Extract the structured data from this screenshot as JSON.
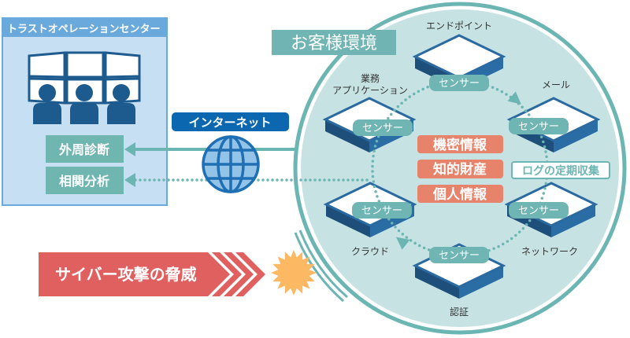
{
  "soc": {
    "title": "トラストオペレーションセンター",
    "services": [
      {
        "label": "外周診断",
        "link": "solid"
      },
      {
        "label": "相関分析",
        "link": "dotted"
      }
    ],
    "icons": [
      "monitor-wall-icon",
      "operator-icon"
    ]
  },
  "internet": {
    "label": "インターネット",
    "icon": "globe-icon"
  },
  "customer": {
    "title": "お客様環境",
    "nodes": [
      {
        "label_lines": [
          "エンドポイント"
        ],
        "sensor": "センサー"
      },
      {
        "label_lines": [
          "業務",
          "アプリケーション"
        ],
        "sensor": "センサー"
      },
      {
        "label_lines": [
          "メール"
        ],
        "sensor": "センサー"
      },
      {
        "label_lines": [
          "クラウド"
        ],
        "sensor": "センサー"
      },
      {
        "label_lines": [
          "ネットワーク"
        ],
        "sensor": "センサー"
      },
      {
        "label_lines": [
          "認証"
        ],
        "sensor": "センサー"
      }
    ],
    "assets": [
      "機密情報",
      "知的財産",
      "個人情報"
    ],
    "log_collection": "ログの定期収集",
    "flow_direction": "clockwise"
  },
  "threat": {
    "label": "サイバー攻撃の脅威",
    "icon": "burst-icon"
  },
  "colors": {
    "teal": "#6bb5b3",
    "environment_fill": "#c6e2e3",
    "soc_panel": "#c6dff2",
    "soc_header": "#6aa9db",
    "internet": "#0b67b0",
    "asset": "#e8836b",
    "threat": "#e06060",
    "burst": "#fdb863",
    "server_dark": "#1d4f7a",
    "server_light": "#2a6da5"
  }
}
